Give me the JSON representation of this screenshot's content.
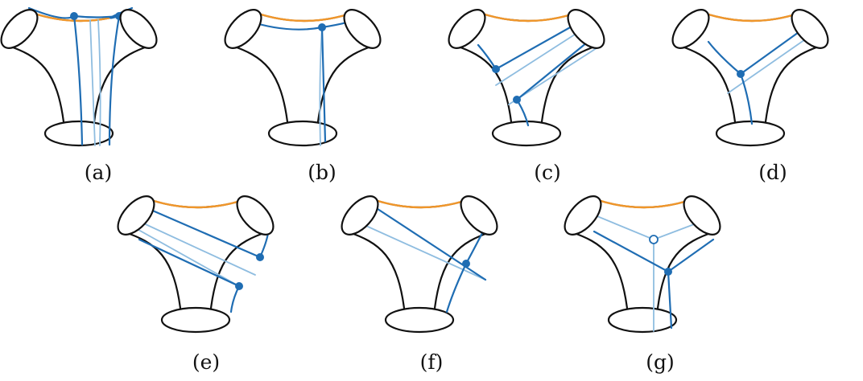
{
  "colors": {
    "outline": "#111111",
    "seam": "#f0962a",
    "dark_curve": "#1f6db3",
    "light_curve": "#8fbde0",
    "vertex": "#1f6db3"
  },
  "panels": [
    {
      "id": "a",
      "label": "(a)"
    },
    {
      "id": "b",
      "label": "(b)"
    },
    {
      "id": "c",
      "label": "(c)"
    },
    {
      "id": "d",
      "label": "(d)"
    },
    {
      "id": "e",
      "label": "(e)"
    },
    {
      "id": "f",
      "label": "(f)"
    },
    {
      "id": "g",
      "label": "(g)"
    }
  ]
}
